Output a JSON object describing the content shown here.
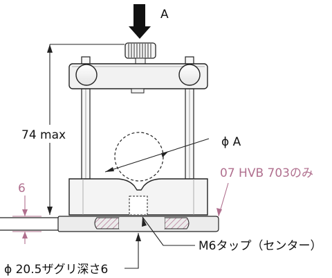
{
  "labels": {
    "force": "A",
    "height": "74 max",
    "diameter": "ϕ A",
    "thickness": "6",
    "model_note": "07 HVB 703のみ",
    "tap": "M6タップ（センター）",
    "counterbore": "ϕ 20.5ザグリ深さ6"
  },
  "colors": {
    "ink": "#1a1a1a",
    "accent": "#b06f8e",
    "pad": "#ececec",
    "hatch": "#b06f8e"
  }
}
